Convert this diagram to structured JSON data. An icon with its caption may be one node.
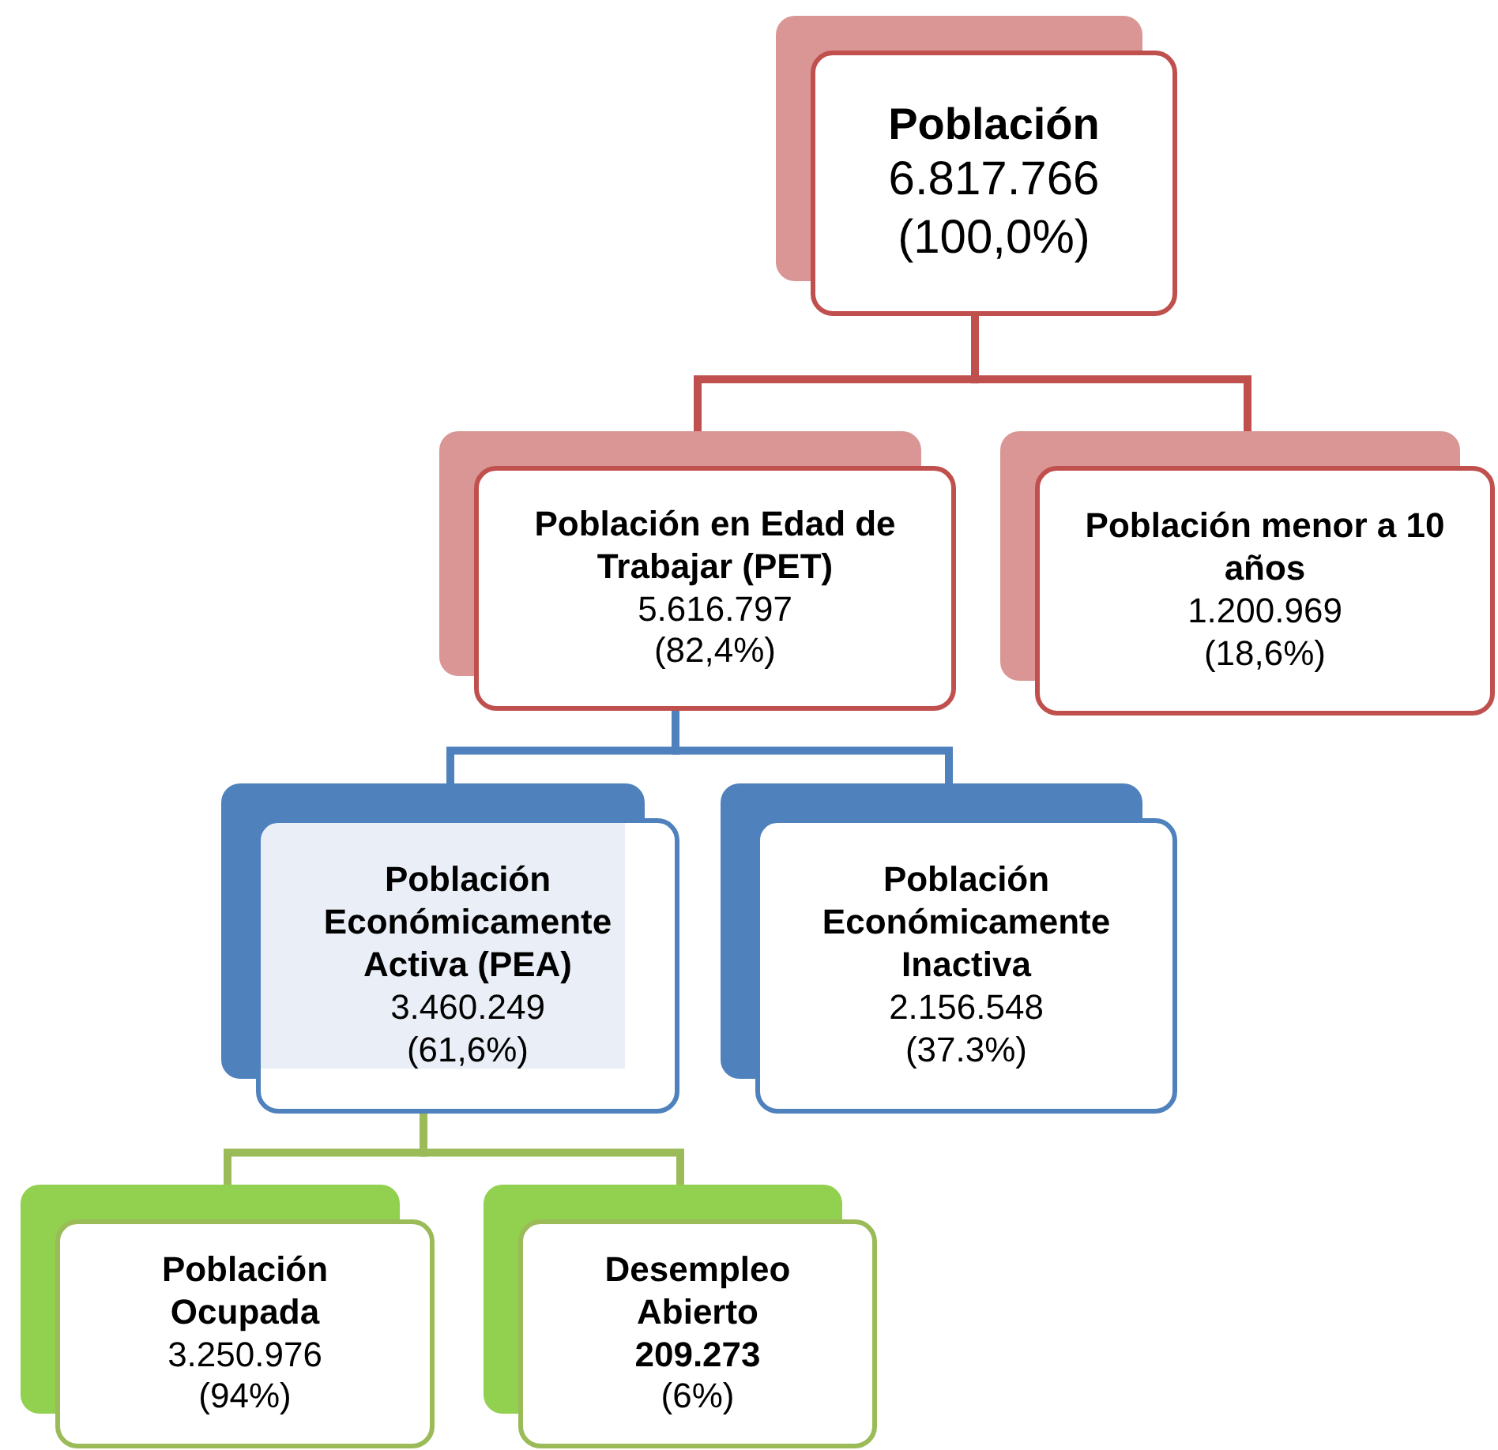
{
  "diagram": {
    "nodes": [
      {
        "text": [
          "Población",
          "6.817.766",
          "(100,0%)"
        ]
      },
      {
        "text": [
          "Población en Edad de Trabajar (PET)",
          "5.616.797",
          "(82,4%)"
        ]
      },
      {
        "text": [
          "Población menor a 10 años",
          "1.200.969",
          "(18,6%)"
        ]
      },
      {
        "text": [
          "Población Económicamente Activa (PEA)",
          "3.460.249",
          "(61,6%)"
        ]
      },
      {
        "text": [
          "Población Económicamente Inactiva",
          "2.156.548",
          "(37.3%)"
        ]
      },
      {
        "text": [
          "Población Ocupada",
          "3.250.976",
          "(94%)"
        ]
      },
      {
        "text": [
          "Desempleo Abierto",
          "209.273",
          "(6%)"
        ]
      }
    ],
    "edges": [
      {
        "from": 0,
        "to": 1,
        "arrow": "none",
        "color": "#c0504d"
      },
      {
        "from": 0,
        "to": 2,
        "arrow": "none",
        "color": "#c0504d"
      },
      {
        "from": 1,
        "to": 3,
        "arrow": "none",
        "color": "#4f81bd"
      },
      {
        "from": 1,
        "to": 4,
        "arrow": "none",
        "color": "#4f81bd"
      },
      {
        "from": 3,
        "to": 5,
        "arrow": "none",
        "color": "#9bbb59"
      },
      {
        "from": 3,
        "to": 6,
        "arrow": "none",
        "color": "#9bbb59"
      }
    ]
  }
}
